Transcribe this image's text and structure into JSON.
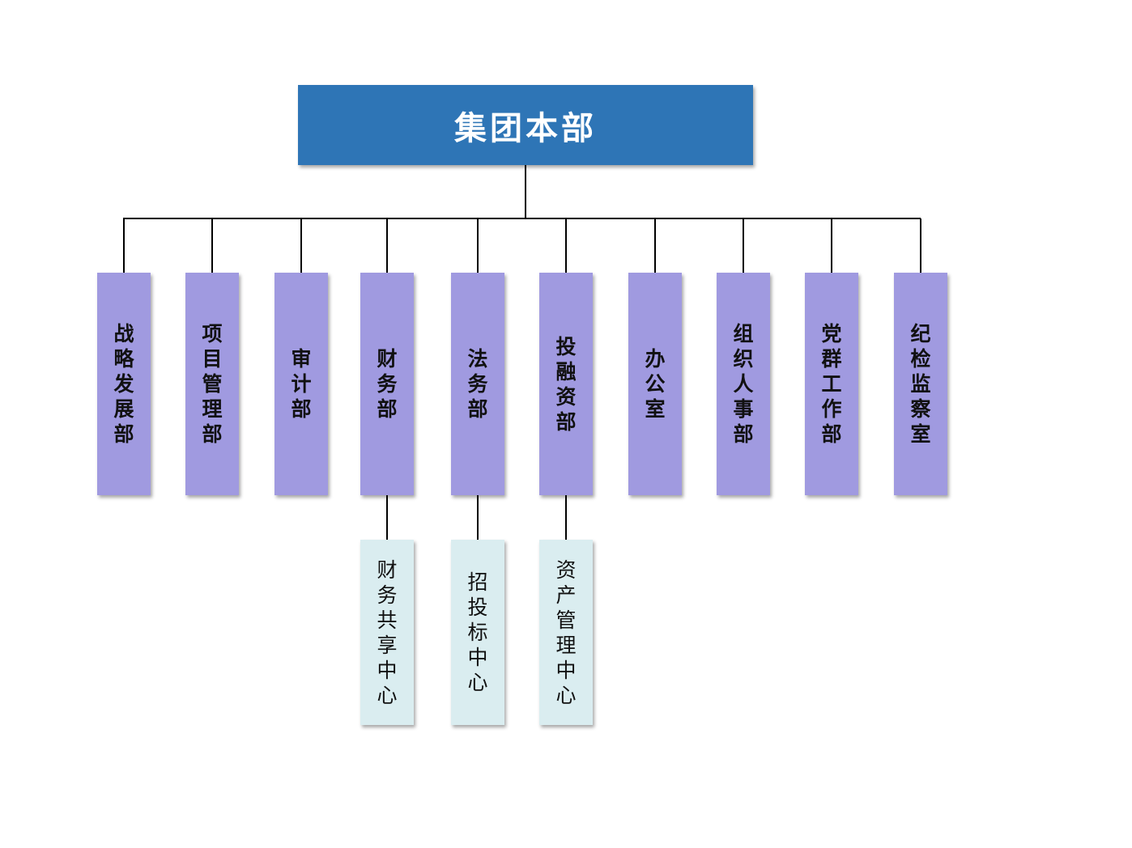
{
  "root": {
    "label": "集团本部"
  },
  "departments": [
    {
      "label": "战略发展部"
    },
    {
      "label": "项目管理部"
    },
    {
      "label": "审计部"
    },
    {
      "label": "财务部"
    },
    {
      "label": "法务部"
    },
    {
      "label": "投融资部"
    },
    {
      "label": "办公室"
    },
    {
      "label": "组织人事部"
    },
    {
      "label": "党群工作部"
    },
    {
      "label": "纪检监察室"
    }
  ],
  "sub_units": [
    {
      "label": "财务共享中心",
      "parent": "财务部"
    },
    {
      "label": "招投标中心",
      "parent": "法务部"
    },
    {
      "label": "资产管理中心",
      "parent": "投融资部"
    }
  ],
  "colors": {
    "root_fill": "#2e75b6",
    "department_fill": "#a09ae0",
    "sub_unit_fill": "#daedf0",
    "connector": "#000000"
  }
}
